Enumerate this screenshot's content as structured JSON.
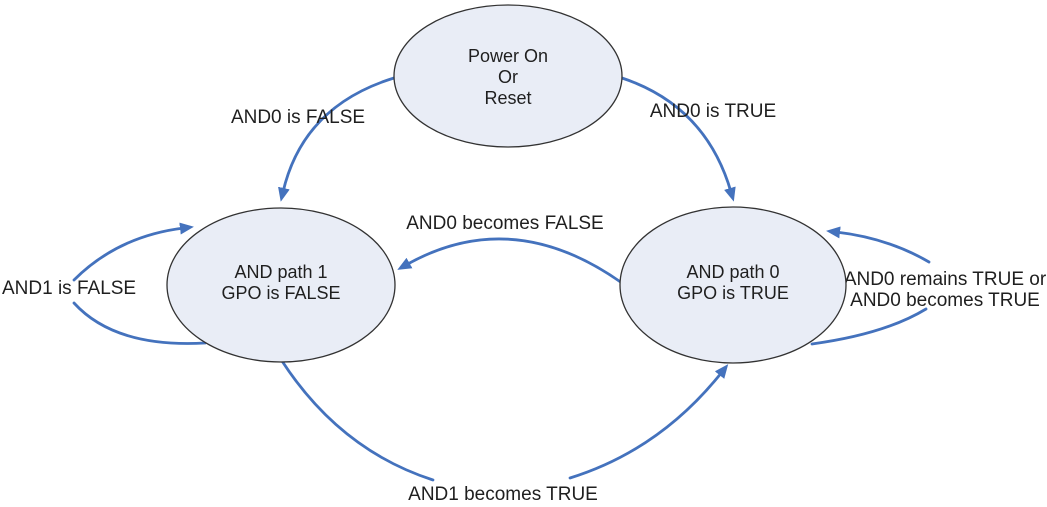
{
  "diagram": {
    "nodes": {
      "power_on_reset": {
        "lines": [
          "Power On",
          "Or",
          "Reset"
        ]
      },
      "and_path_1": {
        "lines": [
          "AND path 1",
          "GPO is FALSE"
        ]
      },
      "and_path_0": {
        "lines": [
          "AND path 0",
          "GPO is TRUE"
        ]
      }
    },
    "edges": {
      "power_to_path1": {
        "label": "AND0 is FALSE"
      },
      "power_to_path0": {
        "label": "AND0 is TRUE"
      },
      "path0_to_path1": {
        "label": "AND0 becomes FALSE"
      },
      "path1_to_path0": {
        "label": "AND1 becomes TRUE"
      },
      "path1_self_loop": {
        "label": "AND1 is FALSE"
      },
      "path0_self_loop": {
        "lines": [
          "AND0 remains TRUE or",
          "AND0 becomes TRUE"
        ]
      }
    },
    "colors": {
      "arrow": "#4472bd",
      "node_fill": "#e9edf6",
      "node_border": "#323232",
      "text": "#1f1f1f",
      "background": "#ffffff"
    }
  }
}
